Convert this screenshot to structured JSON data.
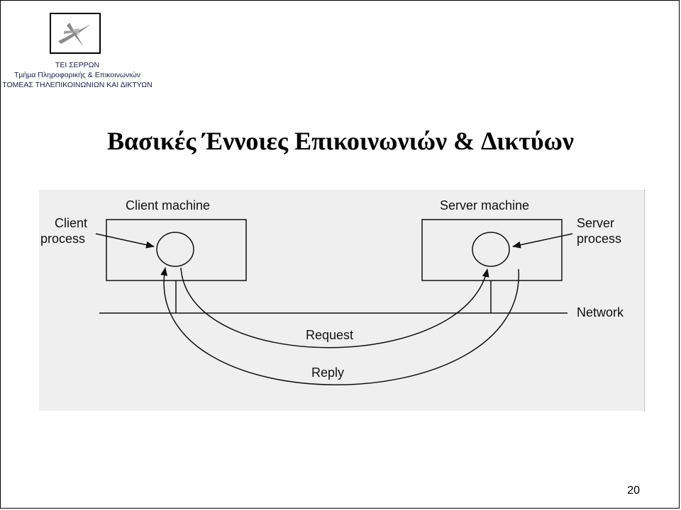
{
  "header": {
    "institution": "ΤΕΙ ΣΕΡΡΩΝ",
    "department": "Τµήµα Πληροφορικής & Επικοινωνιών",
    "sector": "ΤΟΜΕΑΣ ΤΗΛΕΠΙΚΟΙΝΩΝΙΩΝ ΚΑΙ ∆ΙΚΤΥΩΝ"
  },
  "slide": {
    "title": "Βασικές Έννοιες Επικοινωνιών & ∆ικτύων",
    "page_number": "20"
  },
  "diagram": {
    "client_machine_label": "Client machine",
    "server_machine_label": "Server machine",
    "client_process_line1": "Client",
    "client_process_line2": "process",
    "server_process_line1": "Server",
    "server_process_line2": "process",
    "network_label": "Network",
    "request_label": "Request",
    "reply_label": "Reply"
  }
}
